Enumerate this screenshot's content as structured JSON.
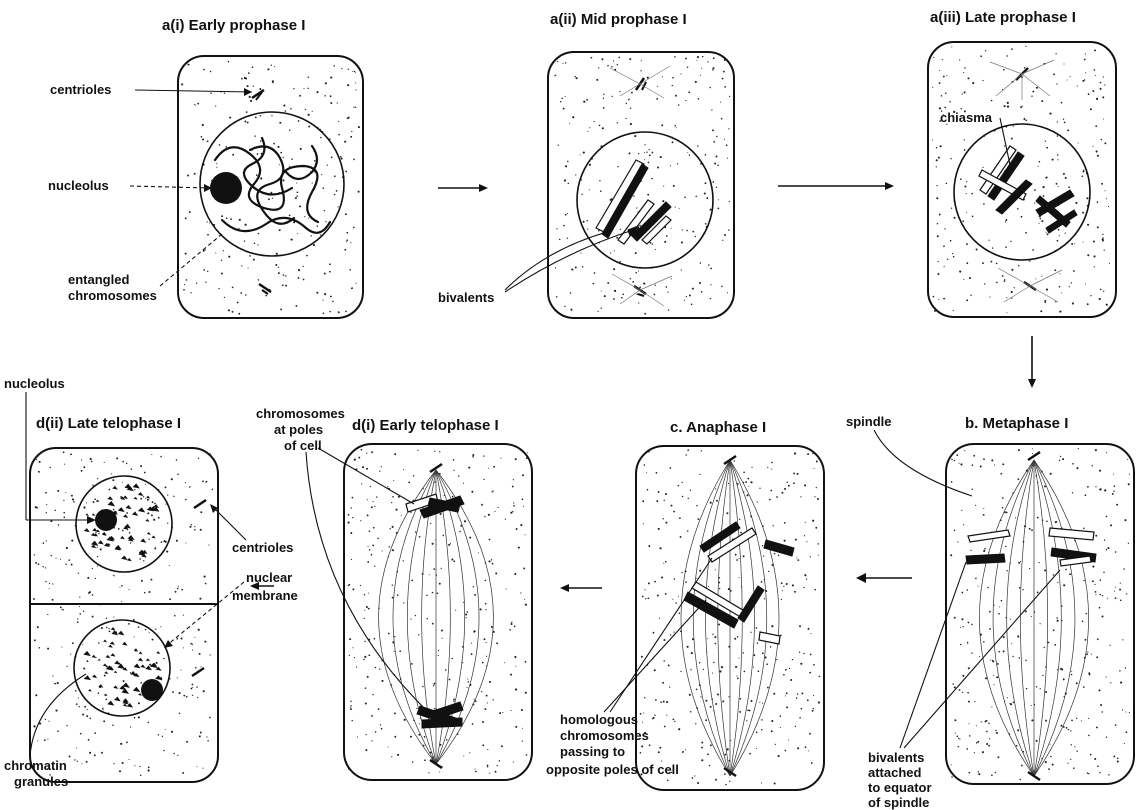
{
  "stages": {
    "a1": "a(i) Early prophase I",
    "a2": "a(ii) Mid prophase I",
    "a3": "a(iii) Late prophase I",
    "b": "b. Metaphase I",
    "c": "c. Anaphase I",
    "d1": "d(i) Early telophase I",
    "d2": "d(ii) Late telophase I"
  },
  "labels": {
    "centrioles_a1": "centrioles",
    "nucleolus_a1": "nucleolus",
    "entangled": [
      "entangled",
      "chromosomes"
    ],
    "bivalents_a2": "bivalents",
    "chiasma": "chiasma",
    "spindle": "spindle",
    "bivalents_attached": [
      "bivalents",
      "attached",
      "to equator",
      "of spindle"
    ],
    "homologous": [
      "homologous",
      "chromosomes",
      "passing to",
      "opposite poles of cell"
    ],
    "chromosomes_poles": [
      "chromosomes",
      "at poles",
      "of cell"
    ],
    "nucleolus_d2": "nucleolus",
    "centrioles_d2": "centrioles",
    "nuclear_membrane": [
      "nuclear",
      "membrane"
    ],
    "chromatin": [
      "chromatin",
      "granules"
    ]
  }
}
